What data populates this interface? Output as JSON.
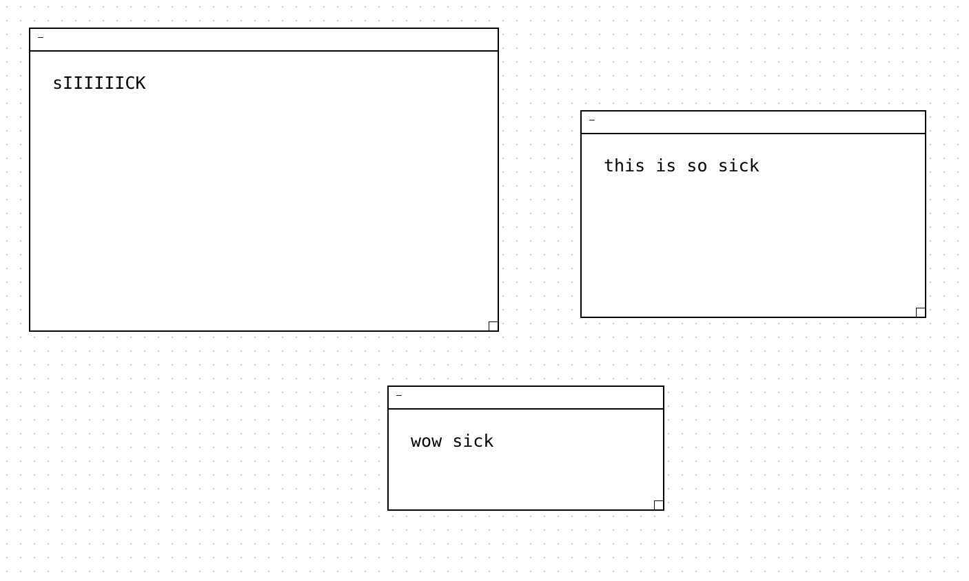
{
  "canvas": {
    "background": "#ffffff",
    "dot_color": "#c4c4c4"
  },
  "notes": [
    {
      "minimize_label": "–",
      "text": "sIIIIIICK"
    },
    {
      "minimize_label": "–",
      "text": "this is so sick"
    },
    {
      "minimize_label": "–",
      "text": "wow sick"
    }
  ],
  "colors": {
    "border": "#000000",
    "note_background": "#ffffff",
    "text": "#000000"
  }
}
